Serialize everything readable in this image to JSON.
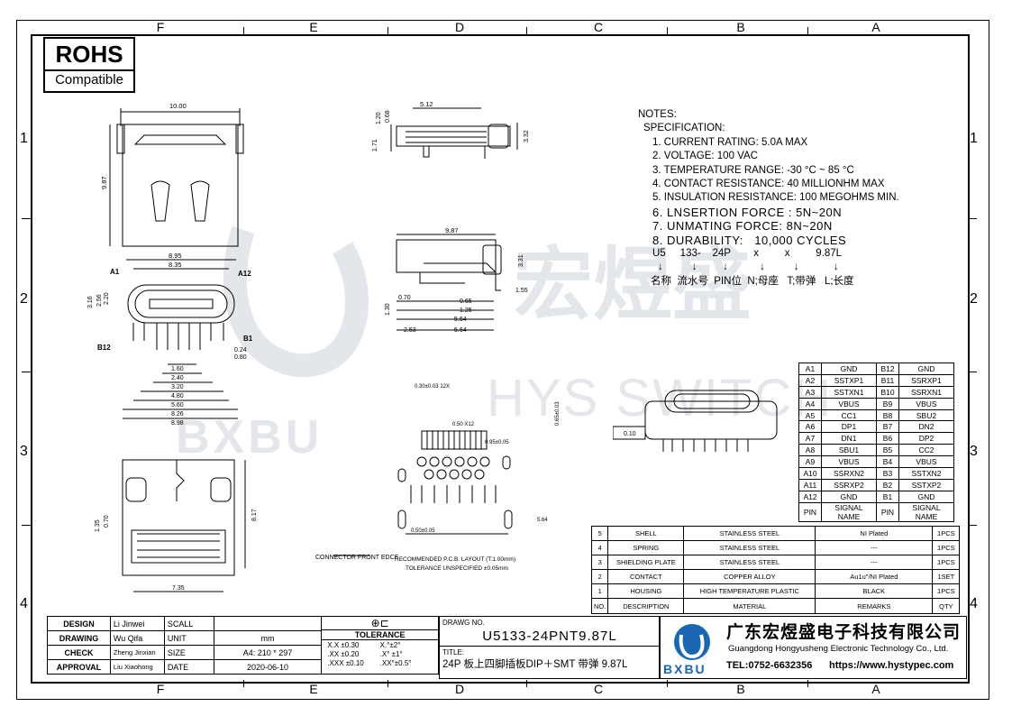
{
  "columns_top": [
    "F",
    "E",
    "D",
    "C",
    "B",
    "A"
  ],
  "columns_bottom": [
    "F",
    "E",
    "D",
    "C",
    "B",
    "A"
  ],
  "rows_left": [
    "1",
    "2",
    "3",
    "4"
  ],
  "rows_right": [
    "1",
    "2",
    "3",
    "4"
  ],
  "rohs": {
    "title": "ROHS",
    "subtitle": "Compatible"
  },
  "watermark": {
    "cn": "宏煜盛",
    "en": "HYS SWITCH",
    "logo": "BXBU"
  },
  "notes": {
    "title": "NOTES:",
    "spec_title": "SPECIFICATION:",
    "items": [
      "1. CURRENT RATING: 5.0A MAX",
      "2. VOLTAGE: 100 VAC",
      "3. TEMPERATURE RANGE: -30 °C ~ 85 °C",
      "4. CONTACT RESISTANCE: 40 MILLIONHM MAX",
      "5. INSULATION RESISTANCE: 100 MEGOHMS MIN."
    ],
    "items_big": [
      "6. LNSERTION FORCE : 5N~20N",
      "7. UNMATING FORCE: 8N~20N",
      "8. DURABILITY:   10,000 CYCLES"
    ],
    "code_line": "U5     133-    24P        x         x         9.87L",
    "arrow_line": "↓          ↓         ↓           ↓          ↓            ↓",
    "legend_line": "名称  流水号  PIN位  N;母座   T;带弹   L;长度"
  },
  "pin_table": {
    "rows": [
      [
        "A1",
        "GND",
        "B12",
        "GND"
      ],
      [
        "A2",
        "SSTXP1",
        "B11",
        "SSRXP1"
      ],
      [
        "A3",
        "SSTXN1",
        "B10",
        "SSRXN1"
      ],
      [
        "A4",
        "VBUS",
        "B9",
        "VBUS"
      ],
      [
        "A5",
        "CC1",
        "B8",
        "SBU2"
      ],
      [
        "A6",
        "DP1",
        "B7",
        "DN2"
      ],
      [
        "A7",
        "DN1",
        "B6",
        "DP2"
      ],
      [
        "A8",
        "SBU1",
        "B5",
        "CC2"
      ],
      [
        "A9",
        "VBUS",
        "B4",
        "VBUS"
      ],
      [
        "A10",
        "SSRXN2",
        "B3",
        "SSTXN2"
      ],
      [
        "A11",
        "SSRXP2",
        "B2",
        "SSTXP2"
      ],
      [
        "A12",
        "GND",
        "B1",
        "GND"
      ]
    ],
    "header": [
      "PIN",
      "SIGNAL NAME",
      "PIN",
      "SIGNAL NAME"
    ]
  },
  "bom_table": {
    "rows": [
      [
        "5",
        "SHELL",
        "STAINLESS STEEL",
        "NI Plated",
        "1PCS"
      ],
      [
        "4",
        "SPRING",
        "STAINLESS STEEL",
        "---",
        "1PCS"
      ],
      [
        "3",
        "SHIELDING PLATE",
        "STAINLESS STEEL",
        "---",
        "1PCS"
      ],
      [
        "2",
        "CONTACT",
        "COPPER ALLOY",
        "Au1u\"/NI Plated",
        "1SET"
      ],
      [
        "1",
        "HOUSING",
        "HIGH TEMPERATURE PLASTIC",
        "BLACK",
        "1PCS"
      ]
    ],
    "header": [
      "NO.",
      "DESCRIPTION",
      "MATERIAL",
      "REMARKS",
      "QTY"
    ]
  },
  "title_block": {
    "design_label": "DESIGN",
    "design_name": "Li Jinwei",
    "drawing_label": "DRAWING",
    "drawing_name": "Wu Qifa",
    "check_label": "CHECK",
    "check_name": "Zheng Jinxian",
    "approval_label": "APPROVAL",
    "approval_name": "Liu Xiaohong",
    "scall_label": "SCALL",
    "scall_value": "",
    "unit_label": "UNIT",
    "unit_value": "mm",
    "size_label": "SIZE",
    "size_value": "A4: 210 * 297",
    "date_label": "DATE",
    "date_value": "2020-06-10",
    "tolerance_label": "TOLERANCE",
    "tol_lin": [
      "X.X  ±0.30",
      ".XX  ±0.20",
      ".XXX  ±0.10"
    ],
    "tol_ang": [
      "X.°±2°",
      ".X° ±1°",
      ".XX°±0.5°"
    ],
    "drawg_no_label": "DRAWG NO.",
    "drawg_no": "U5133-24PNT9.87L",
    "title_label": "TITLE:",
    "title": "24P 板上四脚插板DIP＋SMT 带弹 9.87L",
    "company_cn": "广东宏煜盛电子科技有限公司",
    "company_en": "Guangdong Hongyusheng Electronic Technology Co., Ltd.",
    "tel": "TEL:0752-6632356",
    "web": "https://www.hystypec.com",
    "logo_text": "BXBU"
  },
  "dims": {
    "d1000": "10.00",
    "d987v": "9.87",
    "d895": "8.95",
    "d835": "8.35",
    "a1": "A1",
    "a12": "A12",
    "b12": "B12",
    "b1": "B1",
    "d316": "3.16",
    "d256": "2.56",
    "d220": "2.20",
    "d024": "0.24",
    "d080": "0.80",
    "d160": "1.60",
    "d240": "2.40",
    "d320": "3.20",
    "d480": "4.80",
    "d560": "5.60",
    "d826": "8.26",
    "d898": "8.98",
    "d512": "5.12",
    "d120": "1.20",
    "d068": "0.68",
    "d171": "1.71",
    "d332": "3.32",
    "d987h": "9.87",
    "d331": "3.31",
    "d155": "1.55",
    "d070": "0.70",
    "d065": "0.65",
    "d125": "1.25",
    "d564a": "5.64",
    "d564b": "5.64",
    "d253": "2.53",
    "d130": "1.30",
    "d135": "1.35",
    "d070b": "0.70",
    "d817": "8.17",
    "d735": "7.35",
    "pcb_title": "RECOMMENDED  P.C.B. LAYOUT (T:1.00mm)",
    "pcb_tol": "TOLERANCE UNSPECIFIED ±0.05mm",
    "conn_edge": "CONNECTOR FRONT EDCE",
    "flat": "0.10",
    "p030": "0.30±0.03 12X",
    "p050": "0.50 X12",
    "p095": "0.95±0.05",
    "p065": "0.65±0.03",
    "p564": "5.64",
    "p050b": "0.50±0.05"
  }
}
